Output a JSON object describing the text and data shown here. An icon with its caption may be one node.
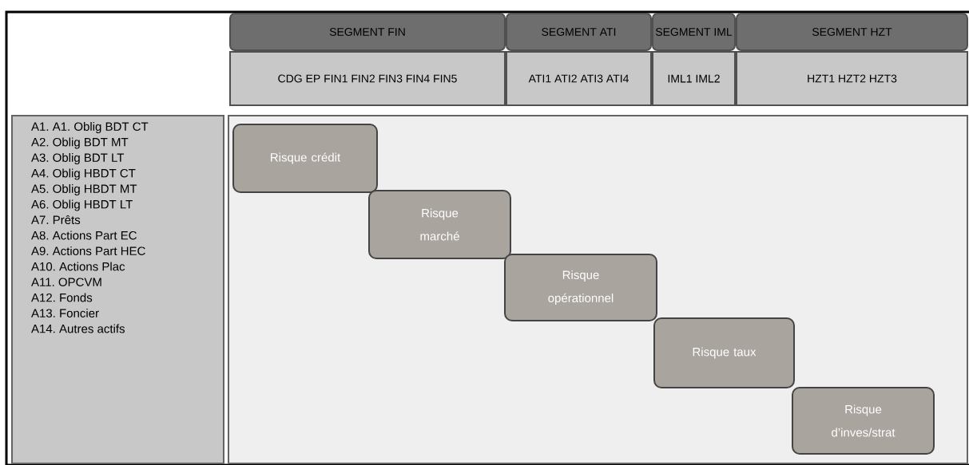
{
  "diagram": {
    "nodes": [
      {
        "text": [
          "SEGMENT FIN"
        ]
      },
      {
        "text": [
          "SEGMENT ATI"
        ]
      },
      {
        "text": [
          "SEGMENT IML"
        ]
      },
      {
        "text": [
          "SEGMENT HZT"
        ]
      },
      {
        "text": [
          "CDG EP FIN1 FIN2 FIN3 FIN4 FIN5"
        ]
      },
      {
        "text": [
          "ATI1 ATI2 ATI3 ATI4"
        ]
      },
      {
        "text": [
          "IML1 IML2"
        ]
      },
      {
        "text": [
          "HZT1  HZT2  HZT3"
        ]
      },
      {
        "text": [
          "A1. A1. Oblig BDT CT",
          "A2. Oblig BDT MT",
          "A3. Oblig BDT LT",
          "A4. Oblig HBDT CT",
          "A5. Oblig HBDT MT",
          "A6. Oblig HBDT LT",
          "A7. Prêts",
          "A8. Actions Part EC",
          "A9. Actions Part HEC",
          "A10. Actions Plac",
          "A11. OPCVM",
          "A12. Fonds",
          "A13. Foncier",
          "A14. Autres actifs"
        ]
      },
      {
        "text": [],
        "shape": "box"
      },
      {
        "text": [
          "Risque crédit"
        ],
        "in": 9
      },
      {
        "text": [
          "Risque marché"
        ],
        "in": 9
      },
      {
        "text": [
          "Risque opérationnel"
        ],
        "in": 9
      },
      {
        "text": [
          "Risque taux"
        ],
        "in": 9
      },
      {
        "text": [
          "Risque d’inves/strat"
        ],
        "in": 9
      }
    ]
  }
}
